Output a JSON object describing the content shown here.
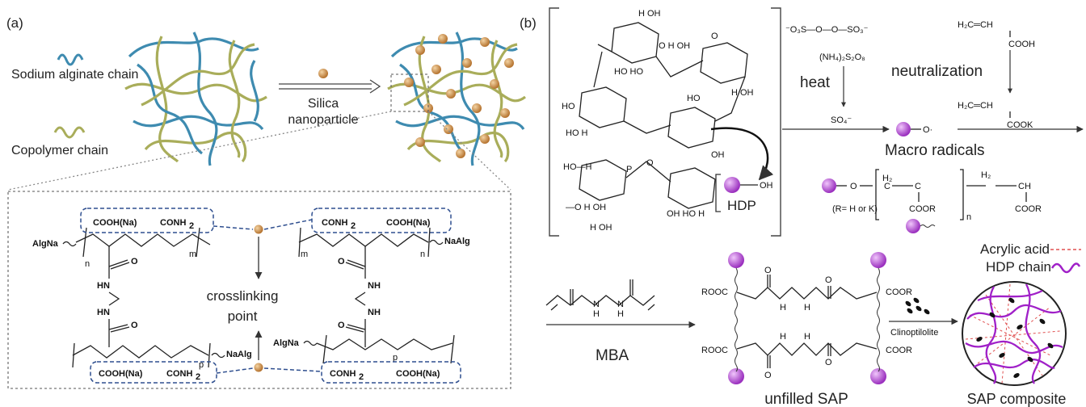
{
  "colors": {
    "alginate": "#3e8bb0",
    "copolymer": "#a9ad5a",
    "particle": "#c98a45",
    "dash_box": "#2f4f8f",
    "sphere": "#b24fd0",
    "hdp_chain": "#a020c8",
    "acrylic": "#e05050"
  },
  "panel_a": {
    "label": "(a)",
    "legend": {
      "alginate": "Sodium alginate chain",
      "copolymer": "Copolymer chain"
    },
    "arrow_label": {
      "line1": "Silica",
      "line2": "nanoparticle"
    },
    "scheme": {
      "cooh": "COOH(Na)",
      "conh2": "CONH",
      "sub2": "2",
      "algna": "AlgNa",
      "naalg": "NaAlg",
      "n": "n",
      "m": "m",
      "p": "p",
      "nh": "NH",
      "hn": "HN",
      "o": "O",
      "crosslink": {
        "line1": "crosslinking",
        "line2": "point"
      }
    }
  },
  "panel_b": {
    "label": "(b)",
    "hdp": "HDP",
    "oh": "OH",
    "persulfate": "⁻O₃S—O—O—SO₃⁻",
    "aps": "(NH₄)₂S₂O₈",
    "heat": "heat",
    "sulfate_radical": "SO₄⁻",
    "neutralization": "neutralization",
    "acrylic_top": {
      "alkene": "H₂C═CH",
      "acid": "COOH"
    },
    "acrylate": {
      "alkene": "H₂C═CH",
      "salt": "COOK"
    },
    "radical_o": "O·",
    "macro_radicals": "Macro radicals",
    "polymer": {
      "r_def": "(R= H or K)",
      "coor": "COOR",
      "h2": "H₂",
      "ch": "CH",
      "c": "C",
      "n": "n",
      "o": "O"
    },
    "mba": "MBA",
    "unfilled": {
      "rooc": "ROOC",
      "coor": "COOR",
      "o": "O",
      "h": "H",
      "n": "N",
      "caption": "unfilled SAP"
    },
    "clinoptilolite": "Clinoptilolite",
    "legend": {
      "acrylic": "Acrylic acid",
      "hdp_chain": "HDP chain"
    },
    "composite_caption": "SAP composite"
  }
}
